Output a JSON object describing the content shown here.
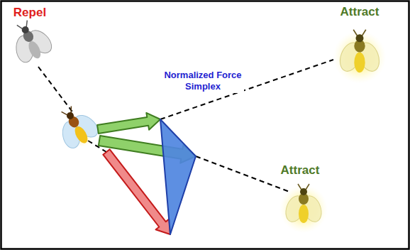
{
  "diagram": {
    "labels": [
      "Repel",
      "Attract",
      "Attract",
      "Normalized Force Simplex"
    ]
  }
}
